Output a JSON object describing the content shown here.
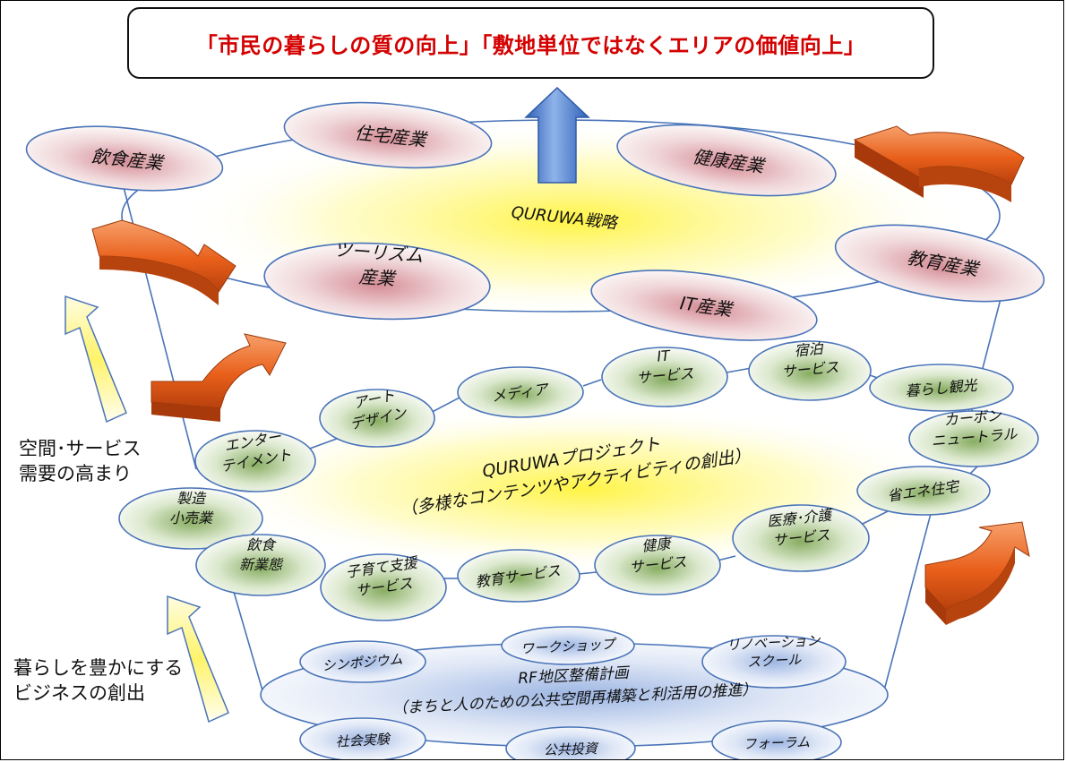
{
  "title": "「市民の暮らしの質の向上」「敷地単位ではなくエリアの価値向上」",
  "colors": {
    "title_text": "#d40000",
    "ellipse_stroke": "#4a74b8",
    "industry_glow": "#d9a0a6",
    "service_glow": "#8fb36a",
    "base_glow": "#a9bfe6",
    "center_glow": "#fff24a",
    "arrow_orange": "#e8601c",
    "arrow_yellow": "#fff27a",
    "arrow_blue": "#4f7fcb"
  },
  "top_layer": {
    "label": "QURUWA戦略",
    "industries": [
      {
        "label": "飲食産業"
      },
      {
        "label": "住宅産業"
      },
      {
        "label": "健康産業"
      },
      {
        "label": "ツーリズム\n産業"
      },
      {
        "label": "IT産業"
      },
      {
        "label": "教育産業"
      }
    ]
  },
  "middle_layer": {
    "label": "QURUWAプロジェクト\n（多様なコンテンツやアクティビティの創出）",
    "services": [
      {
        "label": "アート\nデザイン"
      },
      {
        "label": "メディア"
      },
      {
        "label": "IT\nサービス"
      },
      {
        "label": "宿泊\nサービス"
      },
      {
        "label": "暮らし観光"
      },
      {
        "label": "エンター\nテイメント"
      },
      {
        "label": "カーボン\nニュートラル"
      },
      {
        "label": "省エネ住宅"
      },
      {
        "label": "製造\n小売業"
      },
      {
        "label": "飲食\n新業態"
      },
      {
        "label": "子育て支援\nサービス"
      },
      {
        "label": "教育サービス"
      },
      {
        "label": "健康\nサービス"
      },
      {
        "label": "医療･介護\nサービス"
      }
    ]
  },
  "base_layer": {
    "label": "RF地区整備計画\n（まちと人のための公共空間再構築と利活用の推進）",
    "items": [
      {
        "label": "シンポジウム"
      },
      {
        "label": "ワークショップ"
      },
      {
        "label": "リノベーション\nスクール"
      },
      {
        "label": "社会実験"
      },
      {
        "label": "公共投資"
      },
      {
        "label": "フォーラム"
      }
    ]
  },
  "side_labels": {
    "demand": "空間･サービス\n需要の高まり",
    "business": "暮らしを豊かにする\nビジネスの創出"
  }
}
